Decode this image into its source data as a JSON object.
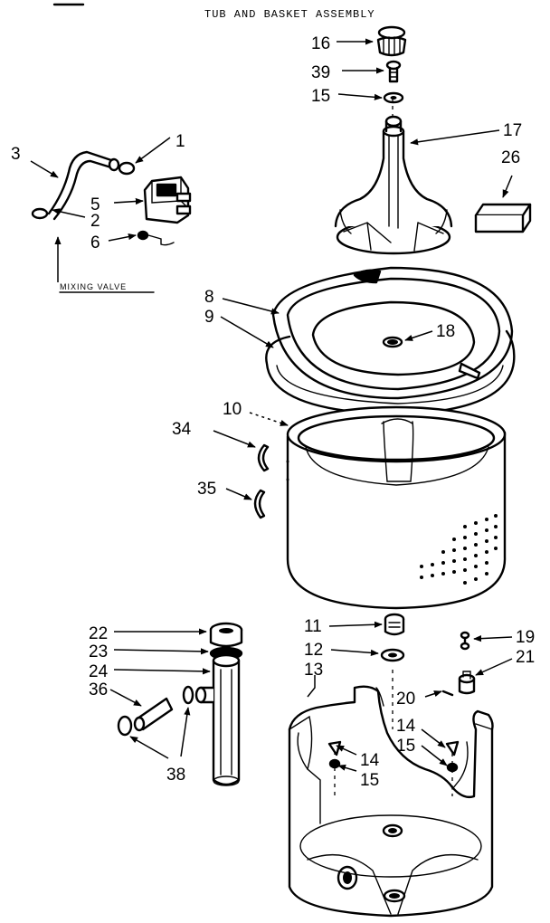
{
  "title": "TUB AND BASKET ASSEMBLY",
  "mixing_valve_caption": "MIXING VALVE",
  "part_labels": {
    "p1": "1",
    "p2": "2",
    "p3": "3",
    "p5": "5",
    "p6": "6",
    "p8": "8",
    "p9": "9",
    "p10": "10",
    "p11": "11",
    "p12": "12",
    "p13": "13",
    "p14a": "14",
    "p14b": "14",
    "p15top": "15",
    "p15a": "15",
    "p15b": "15",
    "p16": "16",
    "p17": "17",
    "p18": "18",
    "p19": "19",
    "p20": "20",
    "p21": "21",
    "p22": "22",
    "p23": "23",
    "p24": "24",
    "p26": "26",
    "p34": "34",
    "p35": "35",
    "p36": "36",
    "p38": "38",
    "p39": "39"
  }
}
